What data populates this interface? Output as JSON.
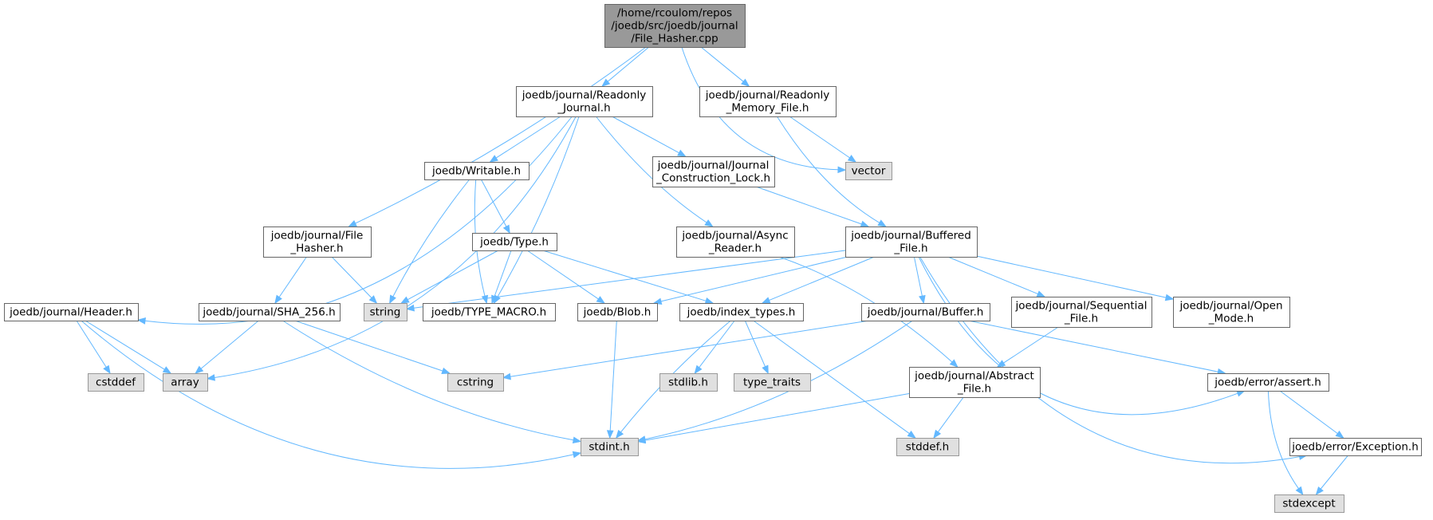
{
  "diagram": {
    "type": "include-dependency-graph",
    "colors": {
      "root_fill": "#999999",
      "root_stroke": "#666666",
      "header_fill": "#ffffff",
      "header_stroke": "#666666",
      "system_fill": "#e0e0e0",
      "system_stroke": "#999999",
      "edge": "#63b8ff"
    },
    "nodes": [
      {
        "id": "root",
        "kind": "root",
        "lines": [
          "/home/rcoulom/repos",
          "/joedb/src/joedb/journal",
          "/File_Hasher.cpp"
        ]
      },
      {
        "id": "readonly-journal",
        "kind": "header",
        "lines": [
          "joedb/journal/Readonly",
          "_Journal.h"
        ]
      },
      {
        "id": "readonly-memory-file",
        "kind": "header",
        "lines": [
          "joedb/journal/Readonly",
          "_Memory_File.h"
        ]
      },
      {
        "id": "vector",
        "kind": "system",
        "lines": [
          "vector"
        ]
      },
      {
        "id": "writable",
        "kind": "header",
        "lines": [
          "joedb/Writable.h"
        ]
      },
      {
        "id": "journal-construction-lock",
        "kind": "header",
        "lines": [
          "joedb/journal/Journal",
          "_Construction_Lock.h"
        ]
      },
      {
        "id": "file-hasher-h",
        "kind": "header",
        "lines": [
          "joedb/journal/File",
          "_Hasher.h"
        ]
      },
      {
        "id": "type-h",
        "kind": "header",
        "lines": [
          "joedb/Type.h"
        ]
      },
      {
        "id": "async-reader",
        "kind": "header",
        "lines": [
          "joedb/journal/Async",
          "_Reader.h"
        ]
      },
      {
        "id": "buffered-file",
        "kind": "header",
        "lines": [
          "joedb/journal/Buffered",
          "_File.h"
        ]
      },
      {
        "id": "header-h",
        "kind": "header",
        "lines": [
          "joedb/journal/Header.h"
        ]
      },
      {
        "id": "sha-256",
        "kind": "header",
        "lines": [
          "joedb/journal/SHA_256.h"
        ]
      },
      {
        "id": "string",
        "kind": "system",
        "lines": [
          "string"
        ]
      },
      {
        "id": "type-macro",
        "kind": "header",
        "lines": [
          "joedb/TYPE_MACRO.h"
        ]
      },
      {
        "id": "blob",
        "kind": "header",
        "lines": [
          "joedb/Blob.h"
        ]
      },
      {
        "id": "index-types",
        "kind": "header",
        "lines": [
          "joedb/index_types.h"
        ]
      },
      {
        "id": "buffer-h",
        "kind": "header",
        "lines": [
          "joedb/journal/Buffer.h"
        ]
      },
      {
        "id": "sequential-file",
        "kind": "header",
        "lines": [
          "joedb/journal/Sequential",
          "_File.h"
        ]
      },
      {
        "id": "open-mode",
        "kind": "header",
        "lines": [
          "joedb/journal/Open",
          "_Mode.h"
        ]
      },
      {
        "id": "cstddef",
        "kind": "system",
        "lines": [
          "cstddef"
        ]
      },
      {
        "id": "array",
        "kind": "system",
        "lines": [
          "array"
        ]
      },
      {
        "id": "cstring",
        "kind": "system",
        "lines": [
          "cstring"
        ]
      },
      {
        "id": "stdlib",
        "kind": "system",
        "lines": [
          "stdlib.h"
        ]
      },
      {
        "id": "type-traits",
        "kind": "system",
        "lines": [
          "type_traits"
        ]
      },
      {
        "id": "abstract-file",
        "kind": "header",
        "lines": [
          "joedb/journal/Abstract",
          "_File.h"
        ]
      },
      {
        "id": "assert-h",
        "kind": "header",
        "lines": [
          "joedb/error/assert.h"
        ]
      },
      {
        "id": "stdint",
        "kind": "system",
        "lines": [
          "stdint.h"
        ]
      },
      {
        "id": "stddef",
        "kind": "system",
        "lines": [
          "stddef.h"
        ]
      },
      {
        "id": "exception-h",
        "kind": "header",
        "lines": [
          "joedb/error/Exception.h"
        ]
      },
      {
        "id": "stdexcept",
        "kind": "system",
        "lines": [
          "stdexcept"
        ]
      }
    ],
    "edges": [
      [
        "root",
        "readonly-journal"
      ],
      [
        "root",
        "readonly-memory-file"
      ],
      [
        "root",
        "vector"
      ],
      [
        "root",
        "file-hasher-h"
      ],
      [
        "readonly-journal",
        "header-h"
      ],
      [
        "readonly-journal",
        "array"
      ],
      [
        "readonly-journal",
        "writable"
      ],
      [
        "readonly-journal",
        "type-macro"
      ],
      [
        "readonly-journal",
        "journal-construction-lock"
      ],
      [
        "readonly-journal",
        "async-reader"
      ],
      [
        "readonly-memory-file",
        "vector"
      ],
      [
        "readonly-memory-file",
        "buffered-file"
      ],
      [
        "writable",
        "string"
      ],
      [
        "writable",
        "type-macro"
      ],
      [
        "writable",
        "type-h"
      ],
      [
        "journal-construction-lock",
        "buffered-file"
      ],
      [
        "file-hasher-h",
        "sha-256"
      ],
      [
        "file-hasher-h",
        "string"
      ],
      [
        "type-h",
        "string"
      ],
      [
        "type-h",
        "type-macro"
      ],
      [
        "type-h",
        "blob"
      ],
      [
        "type-h",
        "index-types"
      ],
      [
        "async-reader",
        "abstract-file"
      ],
      [
        "buffered-file",
        "string"
      ],
      [
        "buffered-file",
        "blob"
      ],
      [
        "buffered-file",
        "index-types"
      ],
      [
        "buffered-file",
        "buffer-h"
      ],
      [
        "buffered-file",
        "sequential-file"
      ],
      [
        "buffered-file",
        "open-mode"
      ],
      [
        "buffered-file",
        "assert-h"
      ],
      [
        "buffered-file",
        "exception-h"
      ],
      [
        "header-h",
        "cstddef"
      ],
      [
        "header-h",
        "array"
      ],
      [
        "header-h",
        "stdint"
      ],
      [
        "sha-256",
        "array"
      ],
      [
        "sha-256",
        "cstring"
      ],
      [
        "sha-256",
        "stdint"
      ],
      [
        "blob",
        "stdint"
      ],
      [
        "index-types",
        "stdint"
      ],
      [
        "index-types",
        "stdlib"
      ],
      [
        "index-types",
        "type-traits"
      ],
      [
        "index-types",
        "stddef"
      ],
      [
        "buffer-h",
        "cstring"
      ],
      [
        "buffer-h",
        "stdint"
      ],
      [
        "buffer-h",
        "assert-h"
      ],
      [
        "sequential-file",
        "abstract-file"
      ],
      [
        "abstract-file",
        "stdint"
      ],
      [
        "abstract-file",
        "stddef"
      ],
      [
        "assert-h",
        "exception-h"
      ],
      [
        "assert-h",
        "stdexcept"
      ],
      [
        "exception-h",
        "stdexcept"
      ]
    ]
  }
}
